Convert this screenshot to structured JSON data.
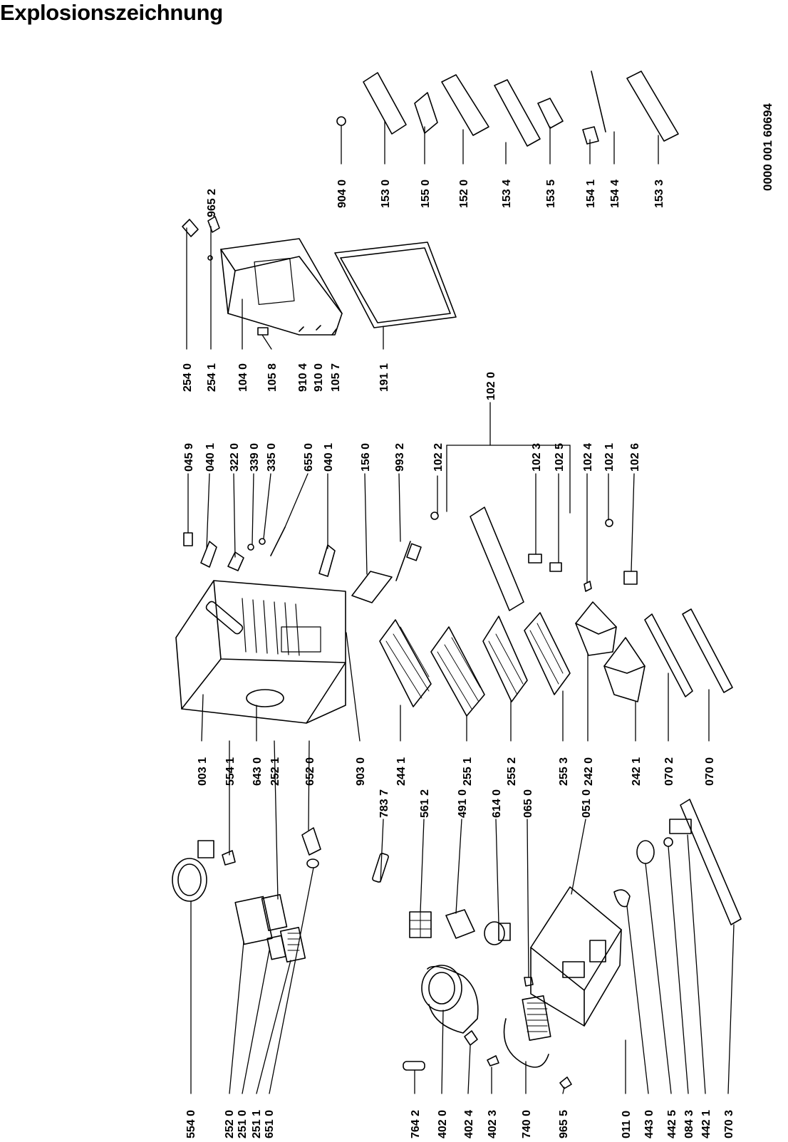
{
  "title": "Explosionszeichnung",
  "document_number": "0000 001 60694",
  "labels": {
    "l554_0": "554 0",
    "l252_0": "252 0",
    "l251_0": "251 0",
    "l251_1": "251 1",
    "l651_0": "651 0",
    "l764_2": "764 2",
    "l402_0": "402 0",
    "l402_4": "402 4",
    "l402_3": "402 3",
    "l740_0": "740 0",
    "l965_5": "965 5",
    "l011_0": "011 0",
    "l443_0": "443 0",
    "l442_5": "442 5",
    "l084_3": "084 3",
    "l442_1": "442 1",
    "l070_3": "070 3",
    "l783_7": "783 7",
    "l561_2": "561 2",
    "l491_0": "491 0",
    "l614_0": "614 0",
    "l065_0": "065 0",
    "l051_0": "051 0",
    "l003_1": "003 1",
    "l554_1": "554 1",
    "l643_0": "643 0",
    "l252_1": "252 1",
    "l652_0": "652 0",
    "l903_0": "903 0",
    "l244_1": "244 1",
    "l255_1": "255 1",
    "l255_2": "255 2",
    "l255_3": "255 3",
    "l242_0": "242 0",
    "l242_1": "242 1",
    "l070_2": "070 2",
    "l070_0": "070 0",
    "l045_9": "045 9",
    "l040_1a": "040 1",
    "l322_0": "322 0",
    "l339_0": "339 0",
    "l335_0": "335 0",
    "l655_0": "655 0",
    "l040_1b": "040 1",
    "l156_0": "156 0",
    "l993_2": "993 2",
    "l102_2": "102 2",
    "l102_0": "102 0",
    "l102_3": "102 3",
    "l102_5": "102 5",
    "l102_4": "102 4",
    "l102_1": "102 1",
    "l102_6": "102 6",
    "l254_0": "254 0",
    "l254_1": "254 1",
    "l104_0": "104 0",
    "l105_8": "105 8",
    "l910_4": "910 4",
    "l910_0": "910 0",
    "l105_7": "105 7",
    "l191_1": "191 1",
    "l965_2": "965 2",
    "l904_0": "904 0",
    "l153_0": "153 0",
    "l155_0": "155 0",
    "l152_0": "152 0",
    "l153_4": "153 4",
    "l153_5": "153 5",
    "l154_1": "154 1",
    "l154_4": "154 4",
    "l153_3": "153 3"
  }
}
